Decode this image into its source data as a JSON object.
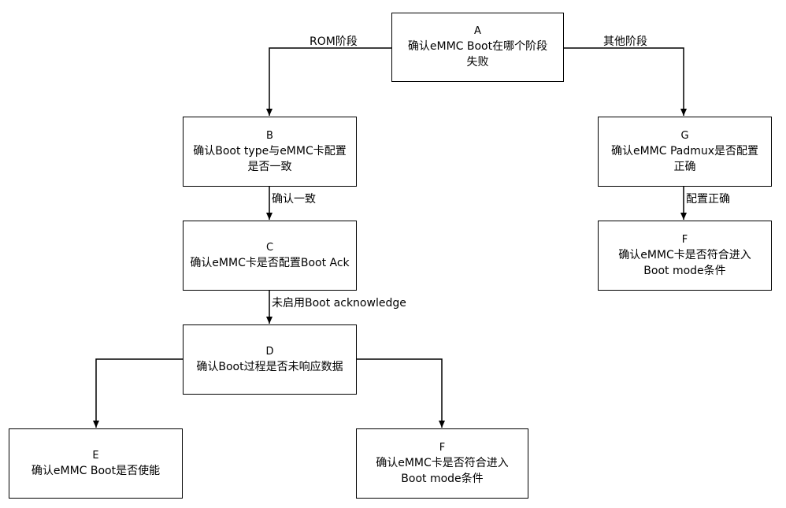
{
  "diagram": {
    "nodes": {
      "A": {
        "id": "A",
        "text": "确认eMMC Boot在哪个阶段\n失败"
      },
      "B": {
        "id": "B",
        "text": "确认Boot type与eMMC卡配置\n是否一致"
      },
      "C": {
        "id": "C",
        "text": "确认eMMC卡是否配置Boot Ack"
      },
      "D": {
        "id": "D",
        "text": "确认Boot过程是否未响应数据"
      },
      "E": {
        "id": "E",
        "text": "确认eMMC Boot是否使能"
      },
      "F1": {
        "id": "F",
        "text": "确认eMMC卡是否符合进入\nBoot mode条件"
      },
      "G": {
        "id": "G",
        "text": "确认eMMC Padmux是否配置\n正确"
      },
      "F2": {
        "id": "F",
        "text": "确认eMMC卡是否符合进入\nBoot mode条件"
      }
    },
    "edge_labels": {
      "a_b": "ROM阶段",
      "a_g": "其他阶段",
      "b_c": "确认一致",
      "c_d": "未启用Boot acknowledge",
      "g_f": "配置正确"
    },
    "colors": {
      "stroke": "#000000",
      "background": "#ffffff"
    }
  }
}
